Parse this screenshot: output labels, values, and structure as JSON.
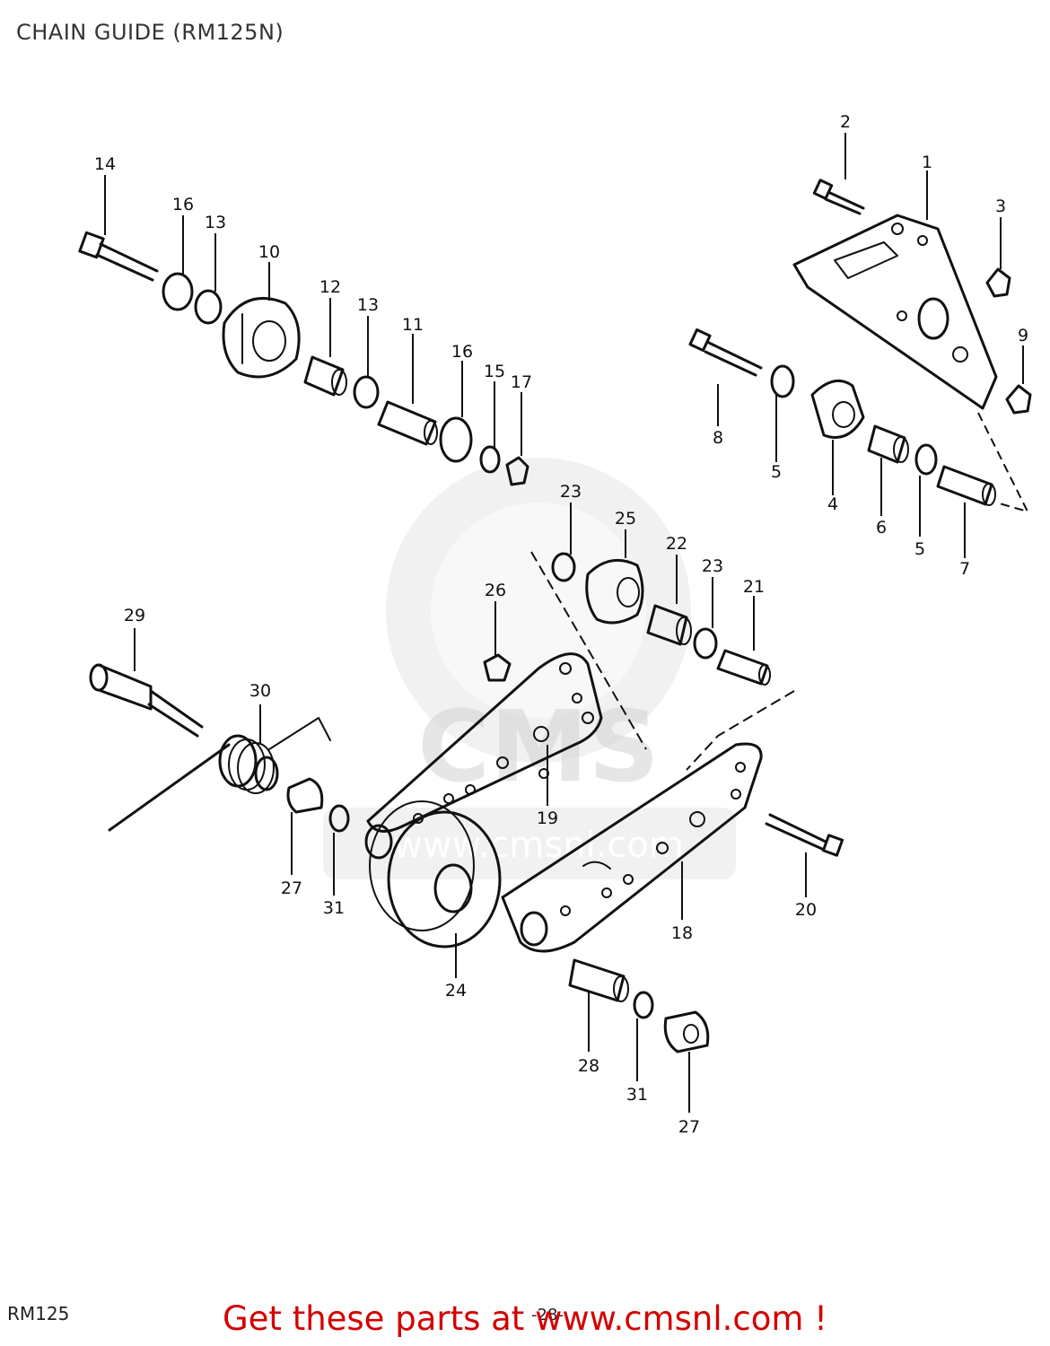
{
  "title": "CHAIN GUIDE (RM125N)",
  "footer": {
    "model_code": "RM125",
    "page": "-28-",
    "promo": "Get these parts at www.cmsnl.com !"
  },
  "watermark": {
    "text": "CMS",
    "subtext": "www.cmsnl.com"
  },
  "callouts": [
    "1",
    "2",
    "3",
    "4",
    "5",
    "5",
    "6",
    "7",
    "8",
    "9",
    "10",
    "11",
    "12",
    "13",
    "13",
    "14",
    "15",
    "16",
    "16",
    "17",
    "18",
    "19",
    "20",
    "21",
    "22",
    "23",
    "23",
    "24",
    "25",
    "26",
    "27",
    "27",
    "28",
    "29",
    "30",
    "31",
    "31"
  ],
  "colors": {
    "promo": "#d40000",
    "lines": "#111111",
    "watermark": "#d6d6d6"
  }
}
